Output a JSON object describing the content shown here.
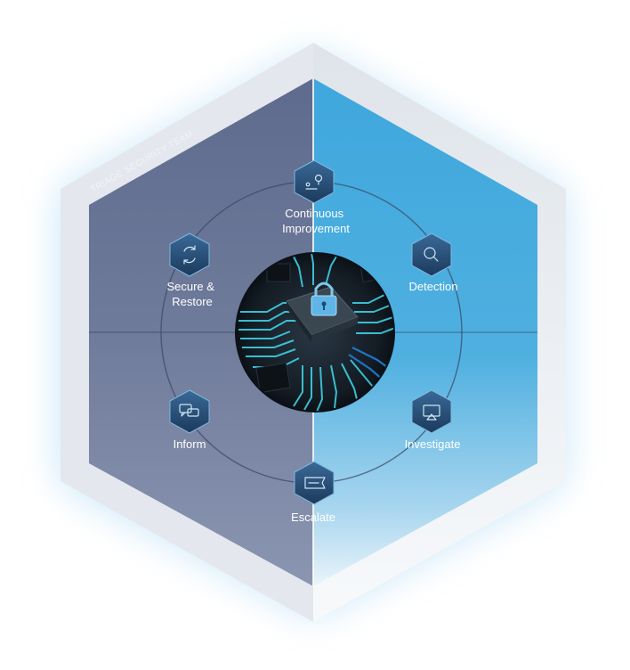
{
  "team_label": "TRIAGE SECURITY TEAM",
  "center_image": "circuit-board-padlock",
  "nodes": [
    {
      "id": "continuous-improvement",
      "lines": [
        "Continuous",
        "Improvement"
      ],
      "icon": "route-pin-icon"
    },
    {
      "id": "detection",
      "lines": [
        "Detection"
      ],
      "icon": "search-icon"
    },
    {
      "id": "investigate",
      "lines": [
        "Investigate"
      ],
      "icon": "screen-cast-icon"
    },
    {
      "id": "escalate",
      "lines": [
        "Escalate"
      ],
      "icon": "ticket-icon"
    },
    {
      "id": "inform",
      "lines": [
        "Inform"
      ],
      "icon": "chat-bubbles-icon"
    },
    {
      "id": "secure-restore",
      "lines": [
        "Secure &",
        "Restore"
      ],
      "icon": "refresh-icon"
    }
  ],
  "colors": {
    "left_panel": "#6a7696",
    "right_panel": "#4aaedd",
    "outer_frame": "#e2e6ef",
    "hex_node": "#28507a",
    "circle_ring": "#3d4a66",
    "glow": "#9fd4f4"
  }
}
